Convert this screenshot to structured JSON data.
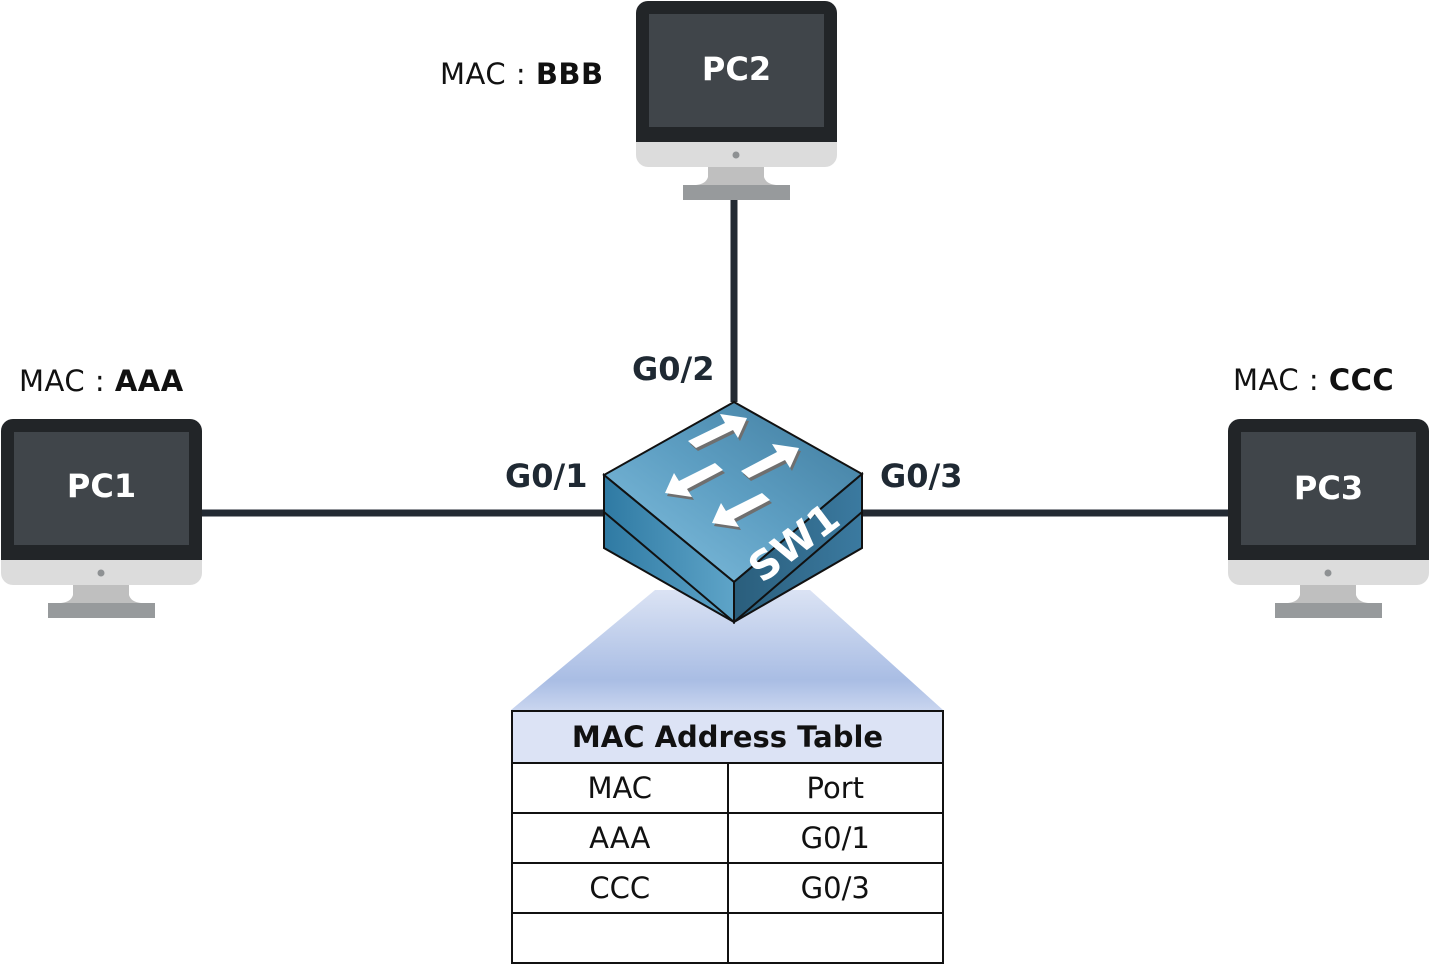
{
  "diagram": {
    "title": "Switch MAC address learning topology",
    "devices": {
      "pc1": {
        "name": "PC1",
        "mac_prefix": "MAC : ",
        "mac": "AAA"
      },
      "pc2": {
        "name": "PC2",
        "mac_prefix": "MAC : ",
        "mac": "BBB"
      },
      "pc3": {
        "name": "PC3",
        "mac_prefix": "MAC : ",
        "mac": "CCC"
      },
      "switch": {
        "name": "SW1"
      }
    },
    "ports": {
      "g01": "G0/1",
      "g02": "G0/2",
      "g03": "G0/3"
    },
    "links": [
      {
        "from": "PC1",
        "to": "SW1",
        "port": "G0/1"
      },
      {
        "from": "PC2",
        "to": "SW1",
        "port": "G0/2"
      },
      {
        "from": "PC3",
        "to": "SW1",
        "port": "G0/3"
      }
    ],
    "mac_table": {
      "title": "MAC Address Table",
      "headers": [
        "MAC",
        "Port"
      ],
      "rows": [
        [
          "AAA",
          "G0/1"
        ],
        [
          "CCC",
          "G0/3"
        ],
        [
          "",
          ""
        ]
      ]
    },
    "colors": {
      "link": "#232a33",
      "monitor_bezel": "#222528",
      "monitor_screen": "#40454a",
      "monitor_chin": "#dcdcdc",
      "monitor_stand": "#bfbfbf",
      "monitor_base": "#979a9c",
      "switch_top": "#5f9ec0",
      "switch_left": "#3d86ad",
      "switch_right": "#2e6585",
      "table_header": "#dce3f5",
      "beam": "#a9bde4"
    }
  }
}
